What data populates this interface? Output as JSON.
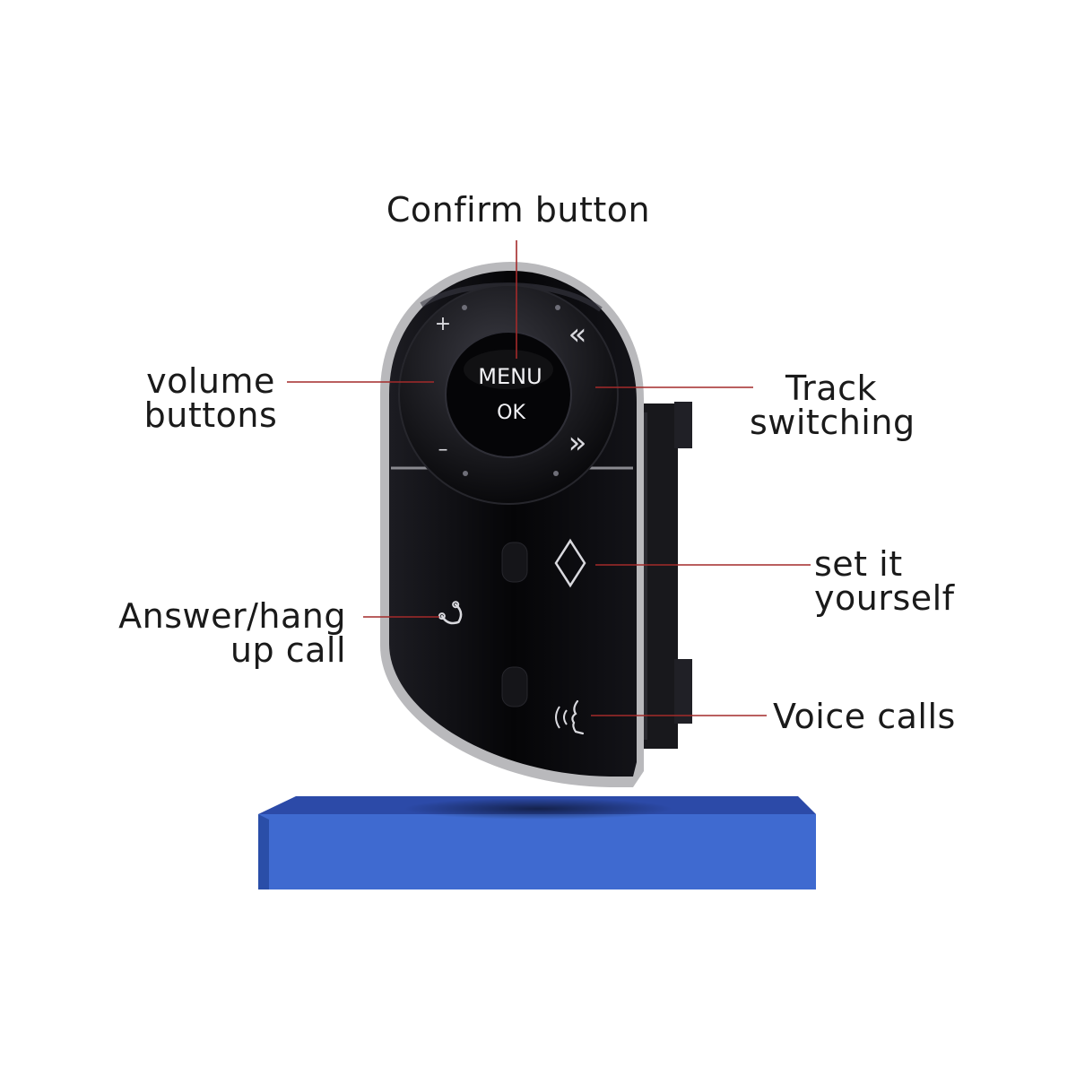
{
  "labels": {
    "confirm": [
      "Confirm button"
    ],
    "volume": [
      "volume",
      "buttons"
    ],
    "track": [
      "Track",
      "switching"
    ],
    "set": [
      "set it",
      "yourself"
    ],
    "answer": [
      "Answer/hang",
      "up call"
    ],
    "voice": [
      "Voice calls"
    ]
  },
  "device": {
    "menu_label": "MENU",
    "ok_label": "OK",
    "plus_symbol": "+",
    "minus_symbol": "–",
    "prev_symbol": "«",
    "next_symbol": "»"
  },
  "icons": {
    "phone": "phone-icon",
    "diamond": "diamond-icon",
    "voice": "voice-icon",
    "prev": "chevron-double-left-icon",
    "next": "chevron-double-right-icon"
  },
  "colors": {
    "leader_line": "#a32a2a",
    "device_body": "#0b0b0e",
    "device_rim": "#b9b9bc",
    "pedestal_top": "#2c4aa8",
    "pedestal_front": "#3f6ad0",
    "pedestal_side": "#2a4ea8"
  }
}
